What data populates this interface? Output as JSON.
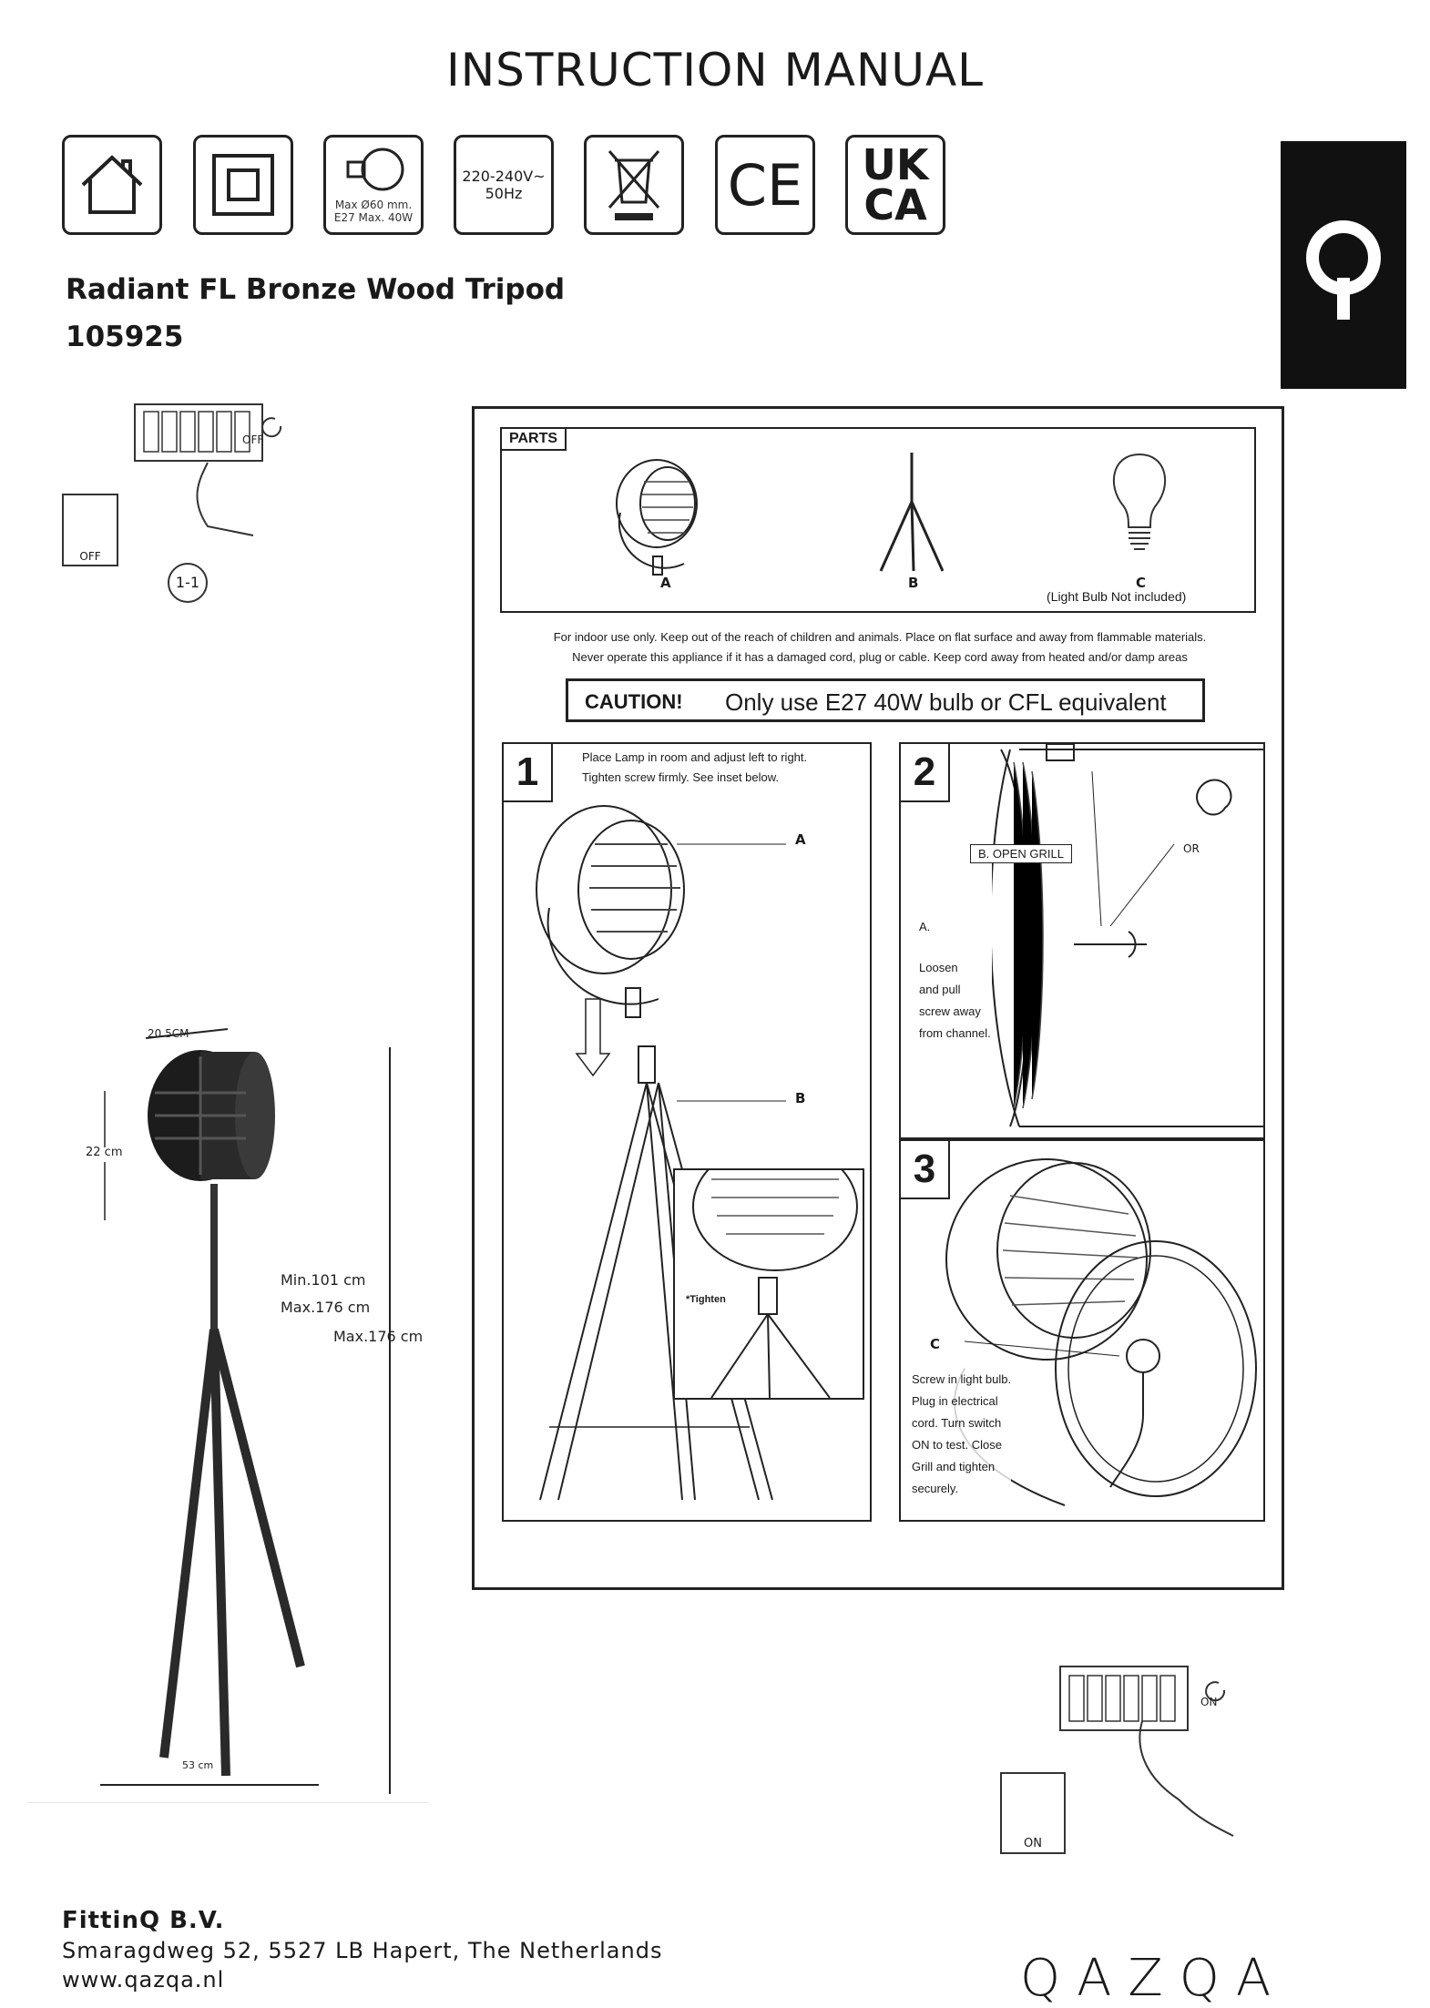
{
  "header": {
    "title": "INSTRUCTION MANUAL"
  },
  "symbols": {
    "bulb_text_1": "Max Ø60 mm.",
    "bulb_text_2": "E27 Max. 40W",
    "voltage_1": "220-240V~",
    "voltage_2": "50Hz",
    "ce": "CE",
    "ukca_1": "UK",
    "ukca_2": "CA"
  },
  "product": {
    "name": "Radiant FL Bronze Wood Tripod",
    "code": "105925"
  },
  "switch_off": {
    "label": "OFF",
    "arrow_label": "OFF",
    "step": "1-1"
  },
  "switch_on": {
    "label": "ON",
    "arrow_label": "ON"
  },
  "dimensions": {
    "width_top": "20.5CM",
    "height_head": "22 cm",
    "min_height": "Min.101 cm",
    "max_height": "Max.176 cm",
    "max_height_2": "Max.176 cm",
    "base_width": "53 cm"
  },
  "manual": {
    "parts_title": "PARTS",
    "part_a": "A",
    "part_b": "B",
    "part_c": "C",
    "part_c_note": "(Light Bulb Not included)",
    "warning_1": "For indoor use only. Keep out of the reach of children and animals. Place on flat surface and away from flammable materials.",
    "warning_2": "Never operate this appliance if it has a damaged cord, plug or cable. Keep cord away from heated and/or damp areas",
    "caution_label": "CAUTION!",
    "caution_text": "Only use E27 40W bulb or CFL equivalent",
    "step1_num": "1",
    "step1_text_1": "Place Lamp in room and adjust left to right.",
    "step1_text_2": "Tighten screw firmly. See inset below.",
    "step1_a": "A",
    "step1_b": "B",
    "step1_tighten": "*Tighten",
    "step2_num": "2",
    "step2_open_grill": "B. OPEN GRILL",
    "step2_or": "OR",
    "step2_a": "A.",
    "step2_text": [
      "Loosen",
      "and pull",
      "screw away",
      "from channel."
    ],
    "step3_num": "3",
    "step3_c": "C",
    "step3_text": [
      "Screw in light bulb.",
      "Plug in electrical",
      "cord. Turn switch",
      "ON to test. Close",
      "Grill and tighten",
      "securely."
    ]
  },
  "footer": {
    "company": "FittinQ B.V.",
    "address": "Smaragdweg 52, 5527 LB Hapert, The Netherlands",
    "website": "www.qazqa.nl",
    "logo": "QAZQA"
  }
}
